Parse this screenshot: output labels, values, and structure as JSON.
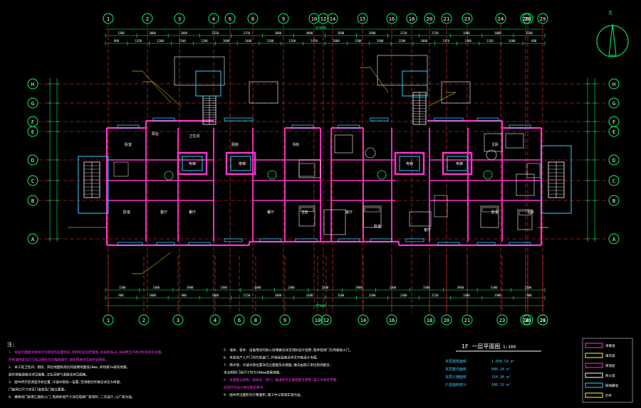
{
  "drawing": {
    "title": "1F 一层平面图",
    "scale": "1:100",
    "north_label": "北",
    "total_dim": "47400",
    "colors": {
      "background": "#000000",
      "grid_line": "#ff3333",
      "wall": "#ff33cc",
      "dim": "#00ff66",
      "axis": "#ffffff",
      "furniture": "#ffffff",
      "annotation": "#ffff33",
      "cyan": "#33ccff"
    }
  },
  "axes": {
    "top_numbers": [
      "1",
      "2",
      "3",
      "4",
      "6",
      "8",
      "9",
      "10",
      "12",
      "14",
      "15",
      "16",
      "18",
      "20",
      "21",
      "23",
      "24",
      "26",
      "28",
      "29"
    ],
    "bottom_numbers": [
      "1",
      "2",
      "3",
      "4",
      "6",
      "8",
      "9",
      "10",
      "12",
      "14",
      "16",
      "18",
      "20",
      "21",
      "23",
      "24",
      "26",
      "28",
      "29"
    ],
    "left_letters": [
      "H",
      "G",
      "F",
      "E",
      "D",
      "C",
      "B",
      "A"
    ],
    "right_letters": [
      "H",
      "G",
      "F",
      "E",
      "D",
      "C",
      "B",
      "A"
    ]
  },
  "dims": {
    "top_row1": [
      "1500",
      "3000",
      "1800",
      "2150",
      "2150",
      "1800",
      "4000",
      "3600",
      "3900",
      "2150",
      "2150",
      "1800",
      "3000",
      "1500"
    ],
    "top_row2": [
      "900",
      "1350",
      "1100",
      "2100",
      "1200",
      "1600",
      "1400",
      "2200",
      "1200",
      "1450",
      "1600",
      "1500",
      "1400",
      "2200",
      "1000",
      "1450",
      "1400",
      "1350",
      "1600",
      "900"
    ],
    "bottom_row1": [
      "1500",
      "3300",
      "3900",
      "3300",
      "3800",
      "2400",
      "2200",
      "3900",
      "2300",
      "3300",
      "3900",
      "3300",
      "1500"
    ],
    "bottom_row2": [
      "900",
      "1800",
      "900",
      "1400",
      "2150",
      "1800",
      "2400",
      "3100",
      "2400",
      "2300",
      "2150",
      "1400",
      "1900",
      "900"
    ]
  },
  "rooms": {
    "labels": [
      "卧室",
      "主卧",
      "客厅",
      "餐厅",
      "厨房",
      "卫生间",
      "阳台",
      "书房",
      "设备平台",
      "电梯",
      "楼梯",
      "电梯"
    ]
  },
  "notes": {
    "heading": "注:",
    "left": [
      "1. 本层平面图中标高均为建筑完成面标高,结构标高见结施图,本层标高±0.000相当于绝对标高详见总图。",
      "   所有墙体定位尺寸除注明外均为轴线居中,墙体厚度详见墙体说明表。",
      "2. 本工程卫生间、厨房、阳台地面标高比同层楼地面低20mm,并找坡1%坡向地漏。",
      "   厨房排烟道做法详见图集,卫生间排气道做法详见图集。",
      "3. 图中所示空调室外机位置,冷凝水管统一设置,空调板栏杆做法详见大样图,",
      "   门窗洞口尺寸详见门窗表及门窗立面图。",
      "4. 楼梯间门采用乙级防火门,电梯井道尺寸详见电梯厂家资料,二次设计,以厂家为准。"
    ],
    "right": [
      "5. 墙体、管井、设备用房的防火封堵做法详见消防设计说明,管井检修门为丙级防火门。",
      "6. 本层住户入户门均为防盗门,外墙保温做法详见节能设计专篇。",
      "7. 雨水管、冷凝水管位置详见立面图及水施图,做法由施工单位现场配合。",
      "   未注明的门垛尺寸均为100mm或靠墙做。",
      "8. 本图需与结构、给排水、电气、暖通等专业图纸配合使用,施工中如有矛盾,",
      "   应及时与设计单位联系解决。",
      "9. 图中所注面积为计算面积,施工中以现场实测为准。"
    ]
  },
  "area_table": [
    {
      "label": "本层建筑面积",
      "value": "1,050.54 m²"
    },
    {
      "label": "本层套内面积",
      "value": "896.24 m²"
    },
    {
      "label": "本层公摊面积",
      "value": "154.30 m²"
    },
    {
      "label": "户型面积统计",
      "value": "106.53 m²"
    }
  ],
  "legend": {
    "items": [
      "承重墙",
      "填充墙",
      "保温层",
      "防火墙",
      "玻璃幕墙",
      "栏杆"
    ]
  }
}
